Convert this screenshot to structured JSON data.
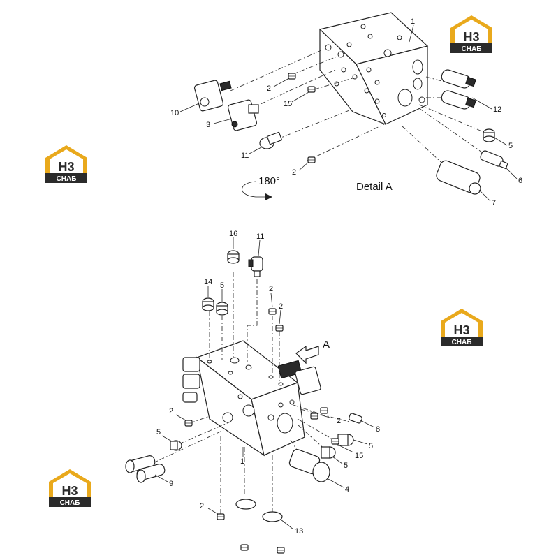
{
  "detail": {
    "title": "Detail A",
    "rotation": "180°"
  },
  "callouts_top": {
    "c1": "1",
    "c2a": "2",
    "c2b": "2",
    "c3": "3",
    "c5": "5",
    "c6": "6",
    "c7": "7",
    "c10": "10",
    "c11": "11",
    "c12": "12",
    "c15": "15"
  },
  "callouts_bottom": {
    "c16": "16",
    "c11": "11",
    "c14": "14",
    "c5a": "5",
    "c2a": "2",
    "c2b": "2",
    "arrowA": "A",
    "c2c": "2",
    "c5b": "5",
    "c2d": "2",
    "c8": "8",
    "c5c": "5",
    "c15": "15",
    "c5d": "5",
    "c1": "1",
    "c9": "9",
    "c4": "4",
    "c2e": "2",
    "c13": "13"
  },
  "watermark": {
    "logo_letters": "H3",
    "logo_caption": "CHAБ",
    "colors": {
      "gold": "#e9a91c",
      "dark": "#2b2b2b",
      "white": "#ffffff"
    }
  }
}
